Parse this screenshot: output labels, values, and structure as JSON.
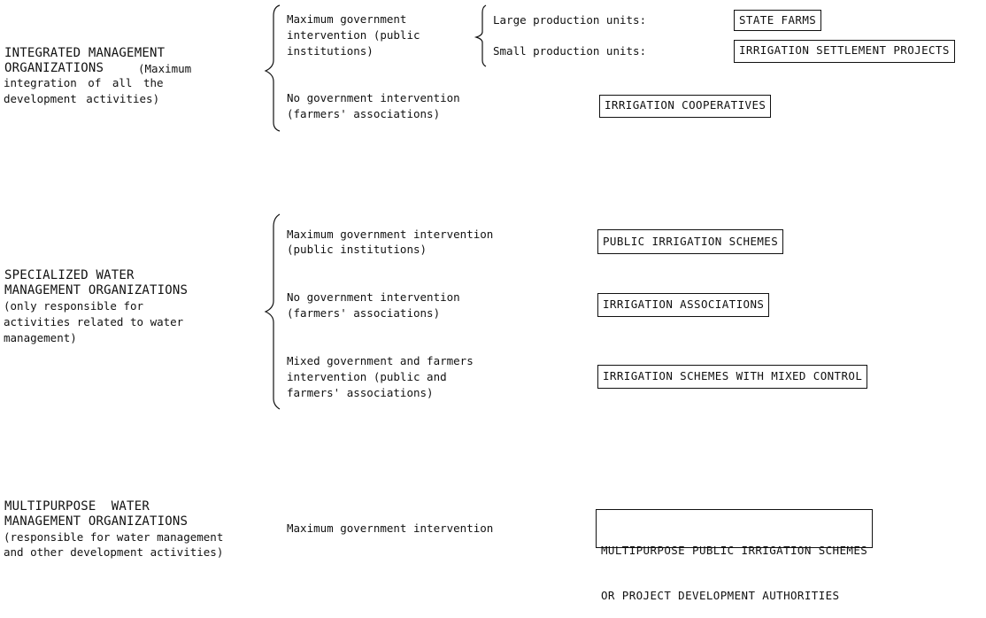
{
  "groups": [
    {
      "title_lines": [
        "INTEGRATED MANAGEMENT",
        "ORGANIZATIONS"
      ],
      "title_paren_inline": "(Maximum",
      "note_lines": [
        "integration of all the",
        "development activities)"
      ],
      "items": [
        {
          "desc_lines": [
            "Maximum government",
            "intervention (public",
            "institutions)"
          ],
          "subitems": [
            {
              "label": "Large production units:",
              "box": "STATE FARMS"
            },
            {
              "label": "Small production units:",
              "box": "IRRIGATION SETTLEMENT PROJECTS"
            }
          ]
        },
        {
          "desc_lines": [
            "No government intervention",
            "(farmers' associations)"
          ],
          "box": "IRRIGATION COOPERATIVES"
        }
      ]
    },
    {
      "title_lines": [
        "SPECIALIZED WATER",
        "MANAGEMENT ORGANIZATIONS"
      ],
      "note_lines": [
        "(only responsible for",
        "activities related to water",
        "management)"
      ],
      "items": [
        {
          "desc_lines": [
            "Maximum government intervention",
            "(public institutions)"
          ],
          "box": "PUBLIC IRRIGATION SCHEMES"
        },
        {
          "desc_lines": [
            "No government intervention",
            "(farmers' associations)"
          ],
          "box": "IRRIGATION ASSOCIATIONS"
        },
        {
          "desc_lines": [
            "Mixed government and farmers",
            "intervention (public and",
            "farmers' associations)"
          ],
          "box": "IRRIGATION SCHEMES WITH MIXED CONTROL"
        }
      ]
    },
    {
      "title_lines": [
        "MULTIPURPOSE  WATER",
        "MANAGEMENT ORGANIZATIONS"
      ],
      "note_lines": [
        "(responsible for water management",
        "and other development activities)"
      ],
      "items": [
        {
          "desc_lines": [
            "Maximum government intervention"
          ],
          "box_lines": [
            "MULTIPURPOSE PUBLIC IRRIGATION SCHEMES",
            "OR PROJECT DEVELOPMENT AUTHORITIES"
          ]
        }
      ]
    }
  ]
}
